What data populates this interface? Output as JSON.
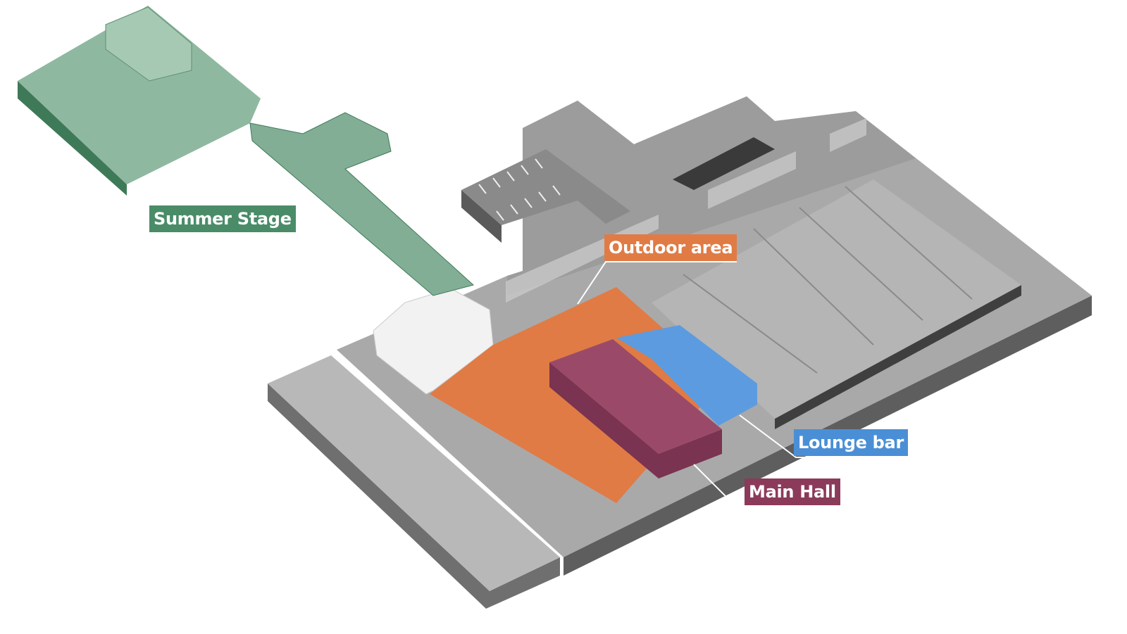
{
  "labels": {
    "summer_stage": {
      "text": "Summer Stage",
      "color": "#4a8c68"
    },
    "outdoor_area": {
      "text": "Outdoor area",
      "color": "#e07b45"
    },
    "lounge_bar": {
      "text": "Lounge bar",
      "color": "#4a8fd6"
    },
    "main_hall": {
      "text": "Main Hall",
      "color": "#8b3a59"
    }
  }
}
